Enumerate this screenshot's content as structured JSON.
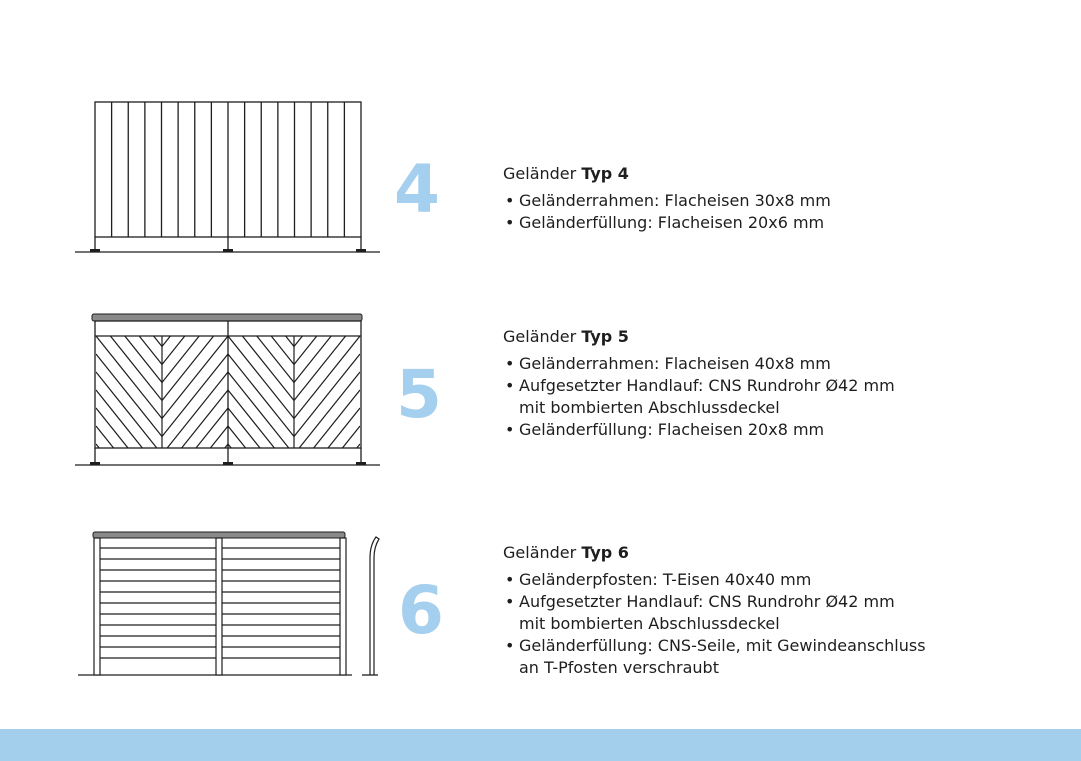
{
  "colors": {
    "accent": "#a5cfee",
    "band": "#a3ceec",
    "line": "#1e1e1e"
  },
  "types": [
    {
      "number": "4",
      "title_prefix": "Geländer",
      "title_bold": "Typ 4",
      "bullets": [
        "Geländerrahmen: Flacheisen 30x8 mm",
        "Geländerfüllung: Flacheisen 20x6 mm"
      ]
    },
    {
      "number": "5",
      "title_prefix": "Geländer",
      "title_bold": "Typ 5",
      "bullets": [
        "Geländerrahmen: Flacheisen 40x8 mm",
        "Aufgesetzter Handlauf: CNS Rundrohr Ø42 mm",
        "mit bombierten Abschlussdeckel",
        "Geländerfüllung: Flacheisen 20x8 mm"
      ]
    },
    {
      "number": "6",
      "title_prefix": "Geländer",
      "title_bold": "Typ 6",
      "bullets": [
        "Geländerpfosten: T-Eisen 40x40 mm",
        "Aufgesetzter Handlauf: CNS Rundrohr Ø42 mm",
        "mit bombierten Abschlussdeckel",
        "Geländerfüllung: CNS-Seile, mit Gewindeanschluss",
        "an T-Pfosten verschraubt"
      ]
    }
  ]
}
